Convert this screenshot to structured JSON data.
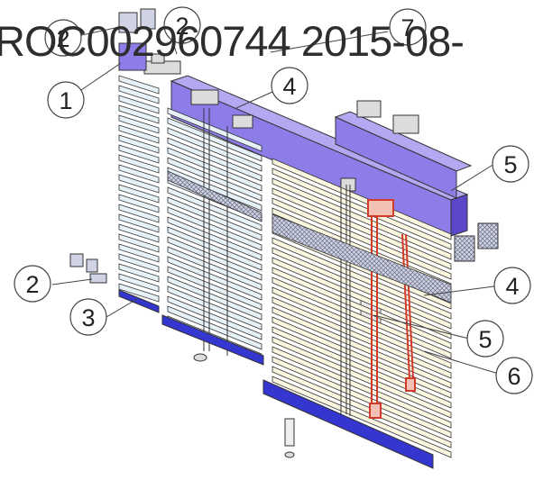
{
  "watermark": "ROC002960744 2015-08-",
  "callouts": [
    {
      "id": "c1",
      "label": "1"
    },
    {
      "id": "c2a",
      "label": "2"
    },
    {
      "id": "c2b",
      "label": "2"
    },
    {
      "id": "c2c",
      "label": "2"
    },
    {
      "id": "c3",
      "label": "3"
    },
    {
      "id": "c4a",
      "label": "4"
    },
    {
      "id": "c4b",
      "label": "4"
    },
    {
      "id": "c5a",
      "label": "5"
    },
    {
      "id": "c5b",
      "label": "5"
    },
    {
      "id": "c6",
      "label": "6"
    },
    {
      "id": "c7",
      "label": "7"
    }
  ],
  "colors": {
    "rail": "#8d7de8",
    "rail_dark": "#5a48c8",
    "slat_blue": "#e6f1f8",
    "slat_cream": "#fbf6df",
    "bottom_bar": "#3535d0",
    "cord": "#d23a2a",
    "outline": "#333333"
  }
}
